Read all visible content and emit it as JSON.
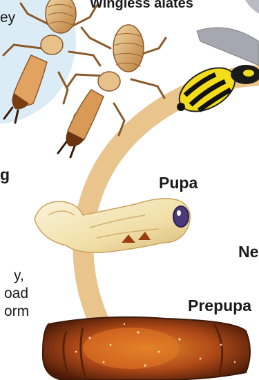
{
  "labels": {
    "wingless_alates": "Wingless alates",
    "pupa": "Pupa",
    "prepupa": "Prepupa",
    "ne_partial": "Ne",
    "g_partial": "g",
    "ey_partial": "ey"
  },
  "text_fragments": [
    "y,",
    "oad",
    "orm"
  ],
  "colors": {
    "cycle_ring": "#e9c48c",
    "left_bubble": "#dcecf6",
    "wasp_yellow": "#f2dd18",
    "termite_body": "#c9955a",
    "prepupa_brown": "#7a2e10"
  }
}
